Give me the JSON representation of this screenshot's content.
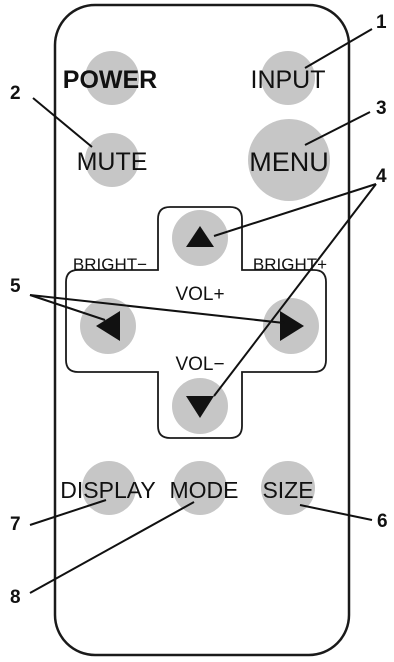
{
  "colors": {
    "button_fill": "#c6c6c6",
    "outline": "#1a1a1a",
    "text": "#111111",
    "background": "#ffffff"
  },
  "buttons": {
    "power": "POWER",
    "input": "INPUT",
    "mute": "MUTE",
    "menu": "MENU",
    "bright_minus": "BRIGHT−",
    "bright_plus": "BRIGHT+",
    "vol_plus": "VOL+",
    "vol_minus": "VOL−",
    "display": "DISPLAY",
    "mode": "MODE",
    "size": "SIZE"
  },
  "icons": {
    "up": "arrow-up-icon",
    "left": "arrow-left-icon",
    "right": "arrow-right-icon",
    "down": "arrow-down-icon"
  },
  "callouts": {
    "c1": "1",
    "c2": "2",
    "c3": "3",
    "c4": "4",
    "c5": "5",
    "c6": "6",
    "c7": "7",
    "c8": "8"
  }
}
